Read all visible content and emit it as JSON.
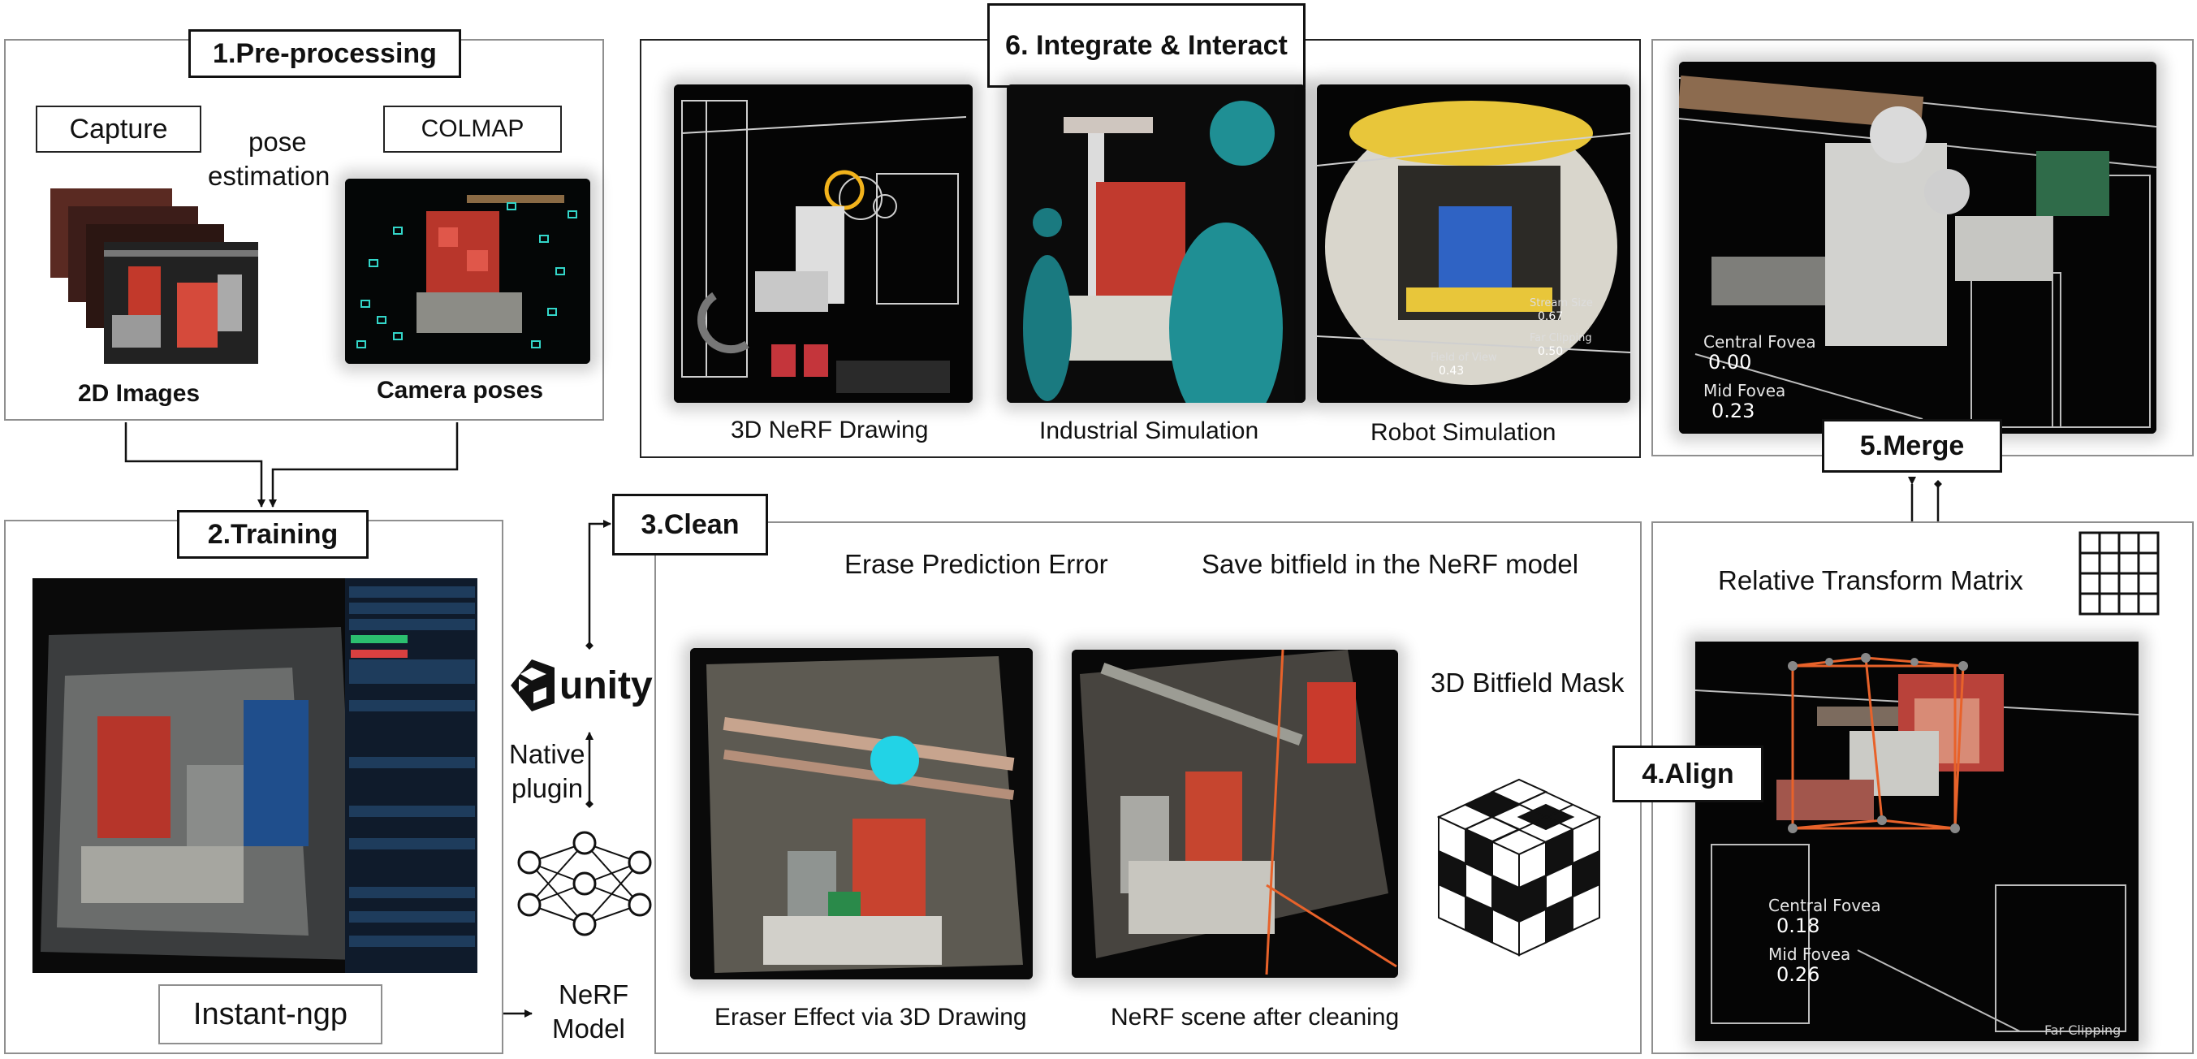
{
  "stages": {
    "preprocessing": "1.Pre-processing",
    "training": "2.Training",
    "clean": "3.Clean",
    "align": "4.Align",
    "merge": "5.Merge",
    "integrate": "6. Integrate & Interact"
  },
  "preprocessing": {
    "capture": "Capture",
    "colmap": "COLMAP",
    "pose_line1": "pose",
    "pose_line2": "estimation",
    "images_label": "2D Images",
    "poses_label": "Camera poses"
  },
  "training": {
    "instant_ngp": "Instant-ngp",
    "nerf_line1": "NeRF",
    "nerf_line2": "Model",
    "native_line1": "Native",
    "native_line2": "plugin",
    "unity": "unity"
  },
  "clean": {
    "erase_error": "Erase Prediction Error",
    "save_bitfield": "Save bitfield in the NeRF model",
    "bitfield_mask": "3D Bitfield Mask",
    "eraser_caption": "Eraser Effect via 3D Drawing",
    "cleaned_caption": "NeRF scene after cleaning"
  },
  "align": {
    "relative_transform": "Relative Transform Matrix",
    "central_fovea_label": "Central Fovea",
    "central_fovea_value": "0.18",
    "mid_fovea_label": "Mid Fovea",
    "mid_fovea_value": "0.26",
    "far_clipping": "Far Clipping"
  },
  "merge": {
    "central_fovea_label": "Central Fovea",
    "central_fovea_value": "0.00",
    "mid_fovea_label": "Mid Fovea",
    "mid_fovea_value": "0.23"
  },
  "integrate": {
    "drawing_caption": "3D NeRF Drawing",
    "industrial_caption": "Industrial Simulation",
    "robot_caption": "Robot Simulation",
    "robot_field_of_view": "Field of View",
    "robot_field_of_view_value": "0.43",
    "robot_far_clipping": "Far Clipping",
    "robot_far_clipping_value": "0.50",
    "robot_stream_size": "Stream Size",
    "robot_stream_size_value": "0.67"
  },
  "colors": {
    "eraser_cursor": "#22d3e6",
    "align_bbox": "#e8622a",
    "unity_logo": "#111111",
    "robot_seat": "#2f63c4",
    "hazmat_yellow": "#e8c63a",
    "avatar_teal": "#1f8f94"
  }
}
